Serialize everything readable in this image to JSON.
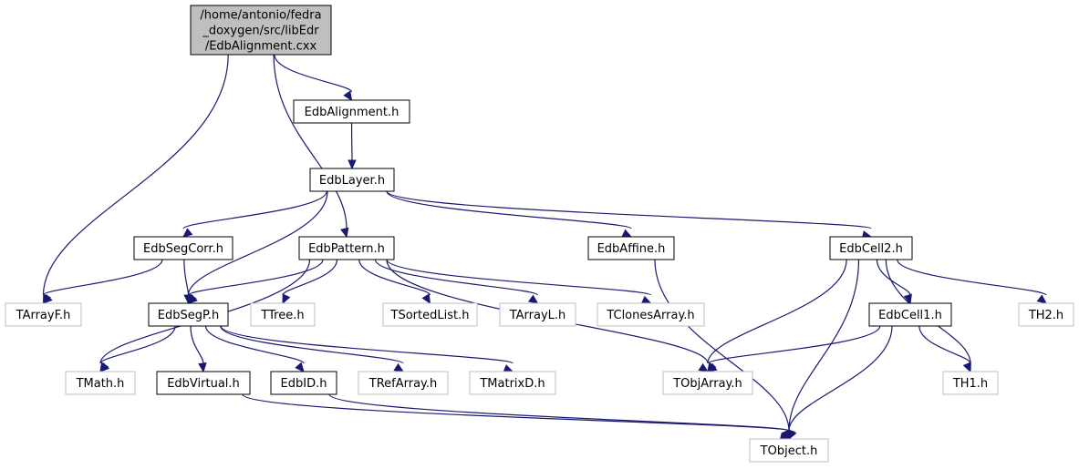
{
  "graph": {
    "nodes": [
      {
        "id": "root",
        "lines": [
          "/home/antonio/fedra",
          "_doxygen/src/libEdr",
          "/EdbAlignment.cxx"
        ],
        "style": "root"
      },
      {
        "id": "EdbAlignment_h",
        "lines": [
          "EdbAlignment.h"
        ],
        "style": "normal"
      },
      {
        "id": "EdbLayer_h",
        "lines": [
          "EdbLayer.h"
        ],
        "style": "normal"
      },
      {
        "id": "EdbSegCorr_h",
        "lines": [
          "EdbSegCorr.h"
        ],
        "style": "normal"
      },
      {
        "id": "EdbPattern_h",
        "lines": [
          "EdbPattern.h"
        ],
        "style": "normal"
      },
      {
        "id": "EdbAffine_h",
        "lines": [
          "EdbAffine.h"
        ],
        "style": "normal"
      },
      {
        "id": "EdbCell2_h",
        "lines": [
          "EdbCell2.h"
        ],
        "style": "normal"
      },
      {
        "id": "TArrayF_h",
        "lines": [
          "TArrayF.h"
        ],
        "style": "external"
      },
      {
        "id": "EdbSegP_h",
        "lines": [
          "EdbSegP.h"
        ],
        "style": "normal"
      },
      {
        "id": "TTree_h",
        "lines": [
          "TTree.h"
        ],
        "style": "external"
      },
      {
        "id": "TSortedList_h",
        "lines": [
          "TSortedList.h"
        ],
        "style": "external"
      },
      {
        "id": "TArrayL_h",
        "lines": [
          "TArrayL.h"
        ],
        "style": "external"
      },
      {
        "id": "TClonesArray_h",
        "lines": [
          "TClonesArray.h"
        ],
        "style": "external"
      },
      {
        "id": "EdbCell1_h",
        "lines": [
          "EdbCell1.h"
        ],
        "style": "normal"
      },
      {
        "id": "TH2_h",
        "lines": [
          "TH2.h"
        ],
        "style": "external"
      },
      {
        "id": "TMath_h",
        "lines": [
          "TMath.h"
        ],
        "style": "external"
      },
      {
        "id": "EdbVirtual_h",
        "lines": [
          "EdbVirtual.h"
        ],
        "style": "normal"
      },
      {
        "id": "EdbID_h",
        "lines": [
          "EdbID.h"
        ],
        "style": "normal"
      },
      {
        "id": "TRefArray_h",
        "lines": [
          "TRefArray.h"
        ],
        "style": "external"
      },
      {
        "id": "TMatrixD_h",
        "lines": [
          "TMatrixD.h"
        ],
        "style": "external"
      },
      {
        "id": "TObjArray_h",
        "lines": [
          "TObjArray.h"
        ],
        "style": "external"
      },
      {
        "id": "TH1_h",
        "lines": [
          "TH1.h"
        ],
        "style": "external"
      },
      {
        "id": "TObject_h",
        "lines": [
          "TObject.h"
        ],
        "style": "external"
      }
    ],
    "edges": [
      {
        "from": "root",
        "to": "EdbAlignment_h"
      },
      {
        "from": "root",
        "to": "TArrayF_h"
      },
      {
        "from": "root",
        "to": "EdbPattern_h"
      },
      {
        "from": "EdbAlignment_h",
        "to": "EdbLayer_h"
      },
      {
        "from": "EdbLayer_h",
        "to": "EdbSegCorr_h"
      },
      {
        "from": "EdbLayer_h",
        "to": "EdbSegP_h"
      },
      {
        "from": "EdbLayer_h",
        "to": "EdbAffine_h"
      },
      {
        "from": "EdbLayer_h",
        "to": "EdbCell2_h"
      },
      {
        "from": "EdbSegCorr_h",
        "to": "TArrayF_h"
      },
      {
        "from": "EdbSegCorr_h",
        "to": "EdbSegP_h"
      },
      {
        "from": "EdbPattern_h",
        "to": "TMath_h"
      },
      {
        "from": "EdbPattern_h",
        "to": "EdbSegP_h"
      },
      {
        "from": "EdbPattern_h",
        "to": "TTree_h"
      },
      {
        "from": "EdbPattern_h",
        "to": "TSortedList_h"
      },
      {
        "from": "EdbPattern_h",
        "to": "TArrayL_h"
      },
      {
        "from": "EdbPattern_h",
        "to": "TClonesArray_h"
      },
      {
        "from": "EdbPattern_h",
        "to": "TObjArray_h"
      },
      {
        "from": "EdbAffine_h",
        "to": "TObject_h"
      },
      {
        "from": "EdbCell2_h",
        "to": "TObjArray_h"
      },
      {
        "from": "EdbCell2_h",
        "to": "TObject_h"
      },
      {
        "from": "EdbCell2_h",
        "to": "EdbCell1_h"
      },
      {
        "from": "EdbCell2_h",
        "to": "TH1_h"
      },
      {
        "from": "EdbCell2_h",
        "to": "TH2_h"
      },
      {
        "from": "EdbSegP_h",
        "to": "TMath_h"
      },
      {
        "from": "EdbSegP_h",
        "to": "EdbVirtual_h"
      },
      {
        "from": "EdbSegP_h",
        "to": "EdbID_h"
      },
      {
        "from": "EdbSegP_h",
        "to": "TRefArray_h"
      },
      {
        "from": "EdbSegP_h",
        "to": "TMatrixD_h"
      },
      {
        "from": "EdbCell1_h",
        "to": "TObjArray_h"
      },
      {
        "from": "EdbCell1_h",
        "to": "TH1_h"
      },
      {
        "from": "EdbCell1_h",
        "to": "TObject_h"
      },
      {
        "from": "EdbVirtual_h",
        "to": "TObject_h"
      },
      {
        "from": "EdbID_h",
        "to": "TObject_h"
      }
    ],
    "colors": {
      "edge": "#191970",
      "root_fill": "#bfbfbf",
      "node_border": "#000000",
      "external_border": "#bfbfbf",
      "background": "#ffffff"
    }
  }
}
